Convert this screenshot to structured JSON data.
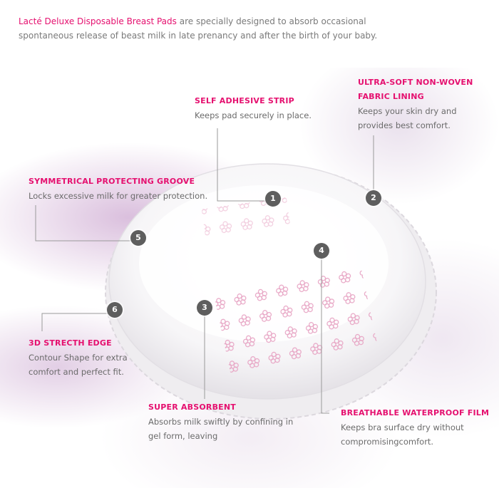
{
  "intro": {
    "brand_text": "Lacté Deluxe Disposable Breast Pads",
    "body_text": " are specially designed to absorb occasional spontaneous release of beast milk in late prenancy and after the birth of your baby."
  },
  "features": [
    {
      "number": "1",
      "title": "SELF ADHESIVE STRIP",
      "description": "Keeps pad securely in place."
    },
    {
      "number": "2",
      "title": "ULTRA-SOFT NON-WOVEN FABRIC LINING",
      "description": "Keeps your skin dry and provides best comfort."
    },
    {
      "number": "3",
      "title": "SUPER ABSORBENT",
      "description": "Absorbs milk swiftly by confining in gel form, leaving"
    },
    {
      "number": "4",
      "title": "BREATHABLE WATERPROOF FILM",
      "description": "Keeps bra surface dry without compromisingcomfort."
    },
    {
      "number": "5",
      "title": "SYMMETRICAL PROTECTING GROOVE",
      "description": "Locks excessive milk for greater protection."
    },
    {
      "number": "6",
      "title": "3D STRECTH EDGE",
      "description": "Contour Shape for extra comfort and perfect fit."
    }
  ],
  "colors": {
    "accent": "#e5106f",
    "marker": "#5e5e5e",
    "body_text": "#6b6b6b"
  }
}
